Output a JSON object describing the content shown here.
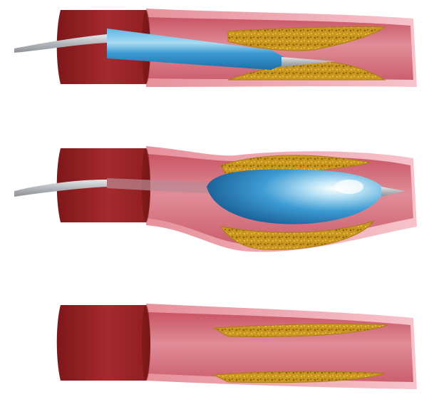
{
  "figure": {
    "stages": [
      {
        "step": 1,
        "catheter": "deflated-balloon",
        "plaque": "heavy"
      },
      {
        "step": 2,
        "catheter": "inflated-balloon",
        "plaque": "compressed"
      },
      {
        "step": 3,
        "catheter": "none",
        "plaque": "thin-residual"
      }
    ]
  },
  "colors": {
    "background": "#ffffff",
    "vessel_outer": "#f4b3bd",
    "vessel_lumen": "#d9707e",
    "cut_face_dark": "#8e1d1f",
    "cut_face_mid": "#b13236",
    "plaque_gold": "#c9961f",
    "plaque_dark": "#8a6410",
    "balloon_blue": "#2f8fc8",
    "balloon_light": "#a8dcf3",
    "wire_gray": "#b8bcc0"
  }
}
